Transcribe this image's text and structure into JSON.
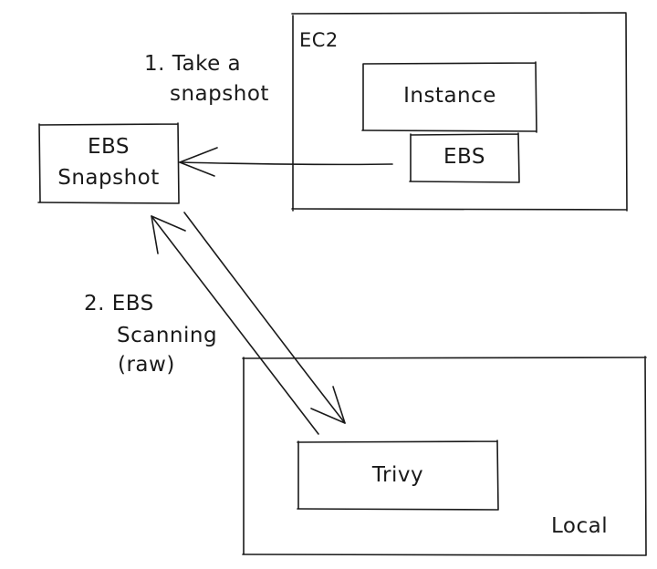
{
  "ec2": {
    "label": "EC2"
  },
  "instance": {
    "label": "Instance"
  },
  "ebs_volume": {
    "label": "EBS"
  },
  "snapshot": {
    "line1": "EBS",
    "line2": "Snapshot"
  },
  "step1": {
    "line1": "1. Take a",
    "line2": "snapshot"
  },
  "step2": {
    "line1": "2. EBS",
    "line2": "Scanning",
    "line3": "(raw)"
  },
  "trivy": {
    "label": "Trivy"
  },
  "local": {
    "label": "Local"
  }
}
